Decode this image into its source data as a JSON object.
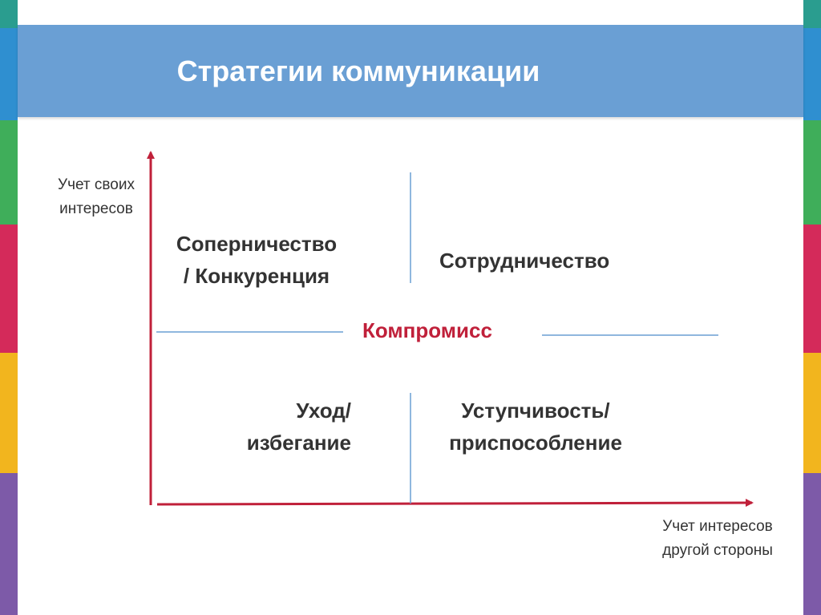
{
  "title": "Стратегии коммуникации",
  "y_axis_label": [
    "Учет своих",
    "интересов"
  ],
  "x_axis_label": [
    "Учет интересов",
    "другой стороны"
  ],
  "quadrants": {
    "top_left": [
      "Соперничество",
      "/ Конкуренция"
    ],
    "top_right": "Сотрудничество",
    "bottom_left": [
      "Уход/",
      "избегание"
    ],
    "bottom_right": [
      "Уступчивость/",
      "приспособление"
    ],
    "center": "Компромисс"
  },
  "colors": {
    "header": "#6a9fd4",
    "axis": "#c0203a",
    "divider": "#6a9fd4",
    "accent_text": "#c0203a"
  }
}
